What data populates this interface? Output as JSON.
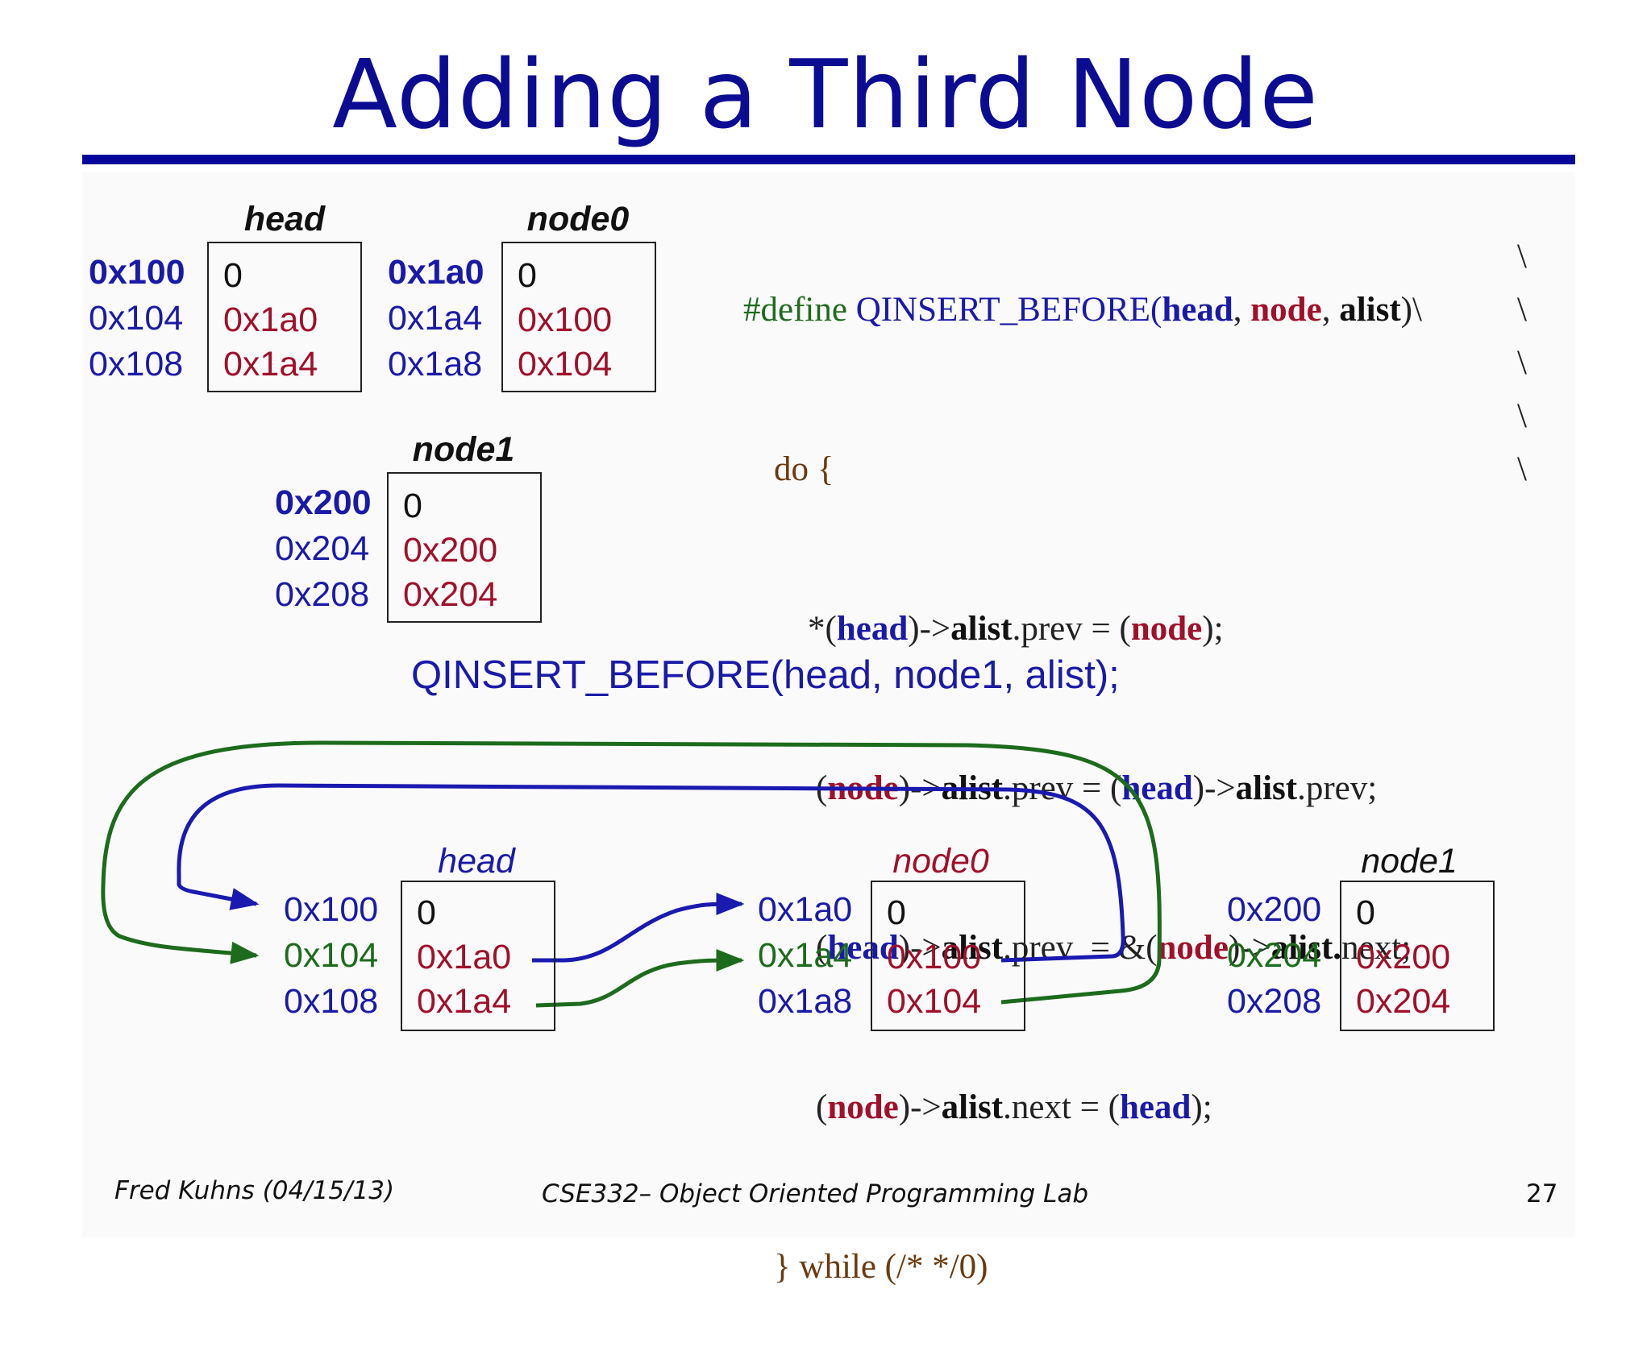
{
  "slide": {
    "title": "Adding a Third Node",
    "footer_author": "Fred Kuhns (04/15/13)",
    "footer_course": "CSE332– Object Oriented Programming Lab",
    "page_number": "27"
  },
  "top_nodes": {
    "head": {
      "label": "head",
      "addrs": [
        "0x100",
        "0x104",
        "0x108"
      ],
      "values": [
        "0",
        "0x1a0",
        "0x1a4"
      ]
    },
    "node0": {
      "label": "node0",
      "addrs": [
        "0x1a0",
        "0x1a4",
        "0x1a8"
      ],
      "values": [
        "0",
        "0x100",
        "0x104"
      ]
    },
    "node1": {
      "label": "node1",
      "addrs": [
        "0x200",
        "0x204",
        "0x208"
      ],
      "values": [
        "0",
        "0x200",
        "0x204"
      ]
    }
  },
  "code": {
    "define_kw": "#define ",
    "macro_name": "QINSERT_BEFORE(",
    "p_head": "head",
    "sep1": ", ",
    "p_node": "node",
    "sep2": ", ",
    "p_alist": "alist",
    "close": ")\\",
    "do_line": "do {",
    "l1": {
      "a": "*(",
      "h": "head",
      "b": ")->",
      "al": "alist",
      "c": ".prev = (",
      "n": "node",
      "d": ");"
    },
    "l2": {
      "a": "(",
      "n": "node",
      "b": ")->",
      "al": "alist",
      "c": ".prev = (",
      "h": "head",
      "d": ")->",
      "al2": "alist",
      "e": ".prev;"
    },
    "l3": {
      "a": "(",
      "h": "head",
      "b": ")->",
      "al": "alist",
      "c": ".prev  = &(",
      "n": "node",
      "d": ")->",
      "al2": "alist.",
      "e": "next;"
    },
    "l4": {
      "a": "(",
      "n": "node",
      "b": ")->",
      "al": "alist",
      "c": ".next = (",
      "h": "head",
      "d": ");"
    },
    "while_line": "} while (/* */0)",
    "backslash": "\\"
  },
  "call_text": "QINSERT_BEFORE(head, node1, alist);",
  "bottom_nodes": {
    "head": {
      "label": "head",
      "addrs": [
        "0x100",
        "0x104",
        "0x108"
      ],
      "values": [
        "0",
        "0x1a0",
        "0x1a4"
      ]
    },
    "node0": {
      "label": "node0",
      "addrs": [
        "0x1a0",
        "0x1a4",
        "0x1a8"
      ],
      "values": [
        "0",
        "0x100",
        "0x104"
      ]
    },
    "node1": {
      "label": "node1",
      "addrs": [
        "0x200",
        "0x204",
        "0x208"
      ],
      "values": [
        "0",
        "0x200",
        "0x204"
      ]
    }
  },
  "colors": {
    "title": "#0c0c92",
    "address_blue": "#1a1aa8",
    "value_red": "#a0102a",
    "arrow_blue": "#1a1ab0",
    "arrow_green": "#1d6b1d"
  }
}
